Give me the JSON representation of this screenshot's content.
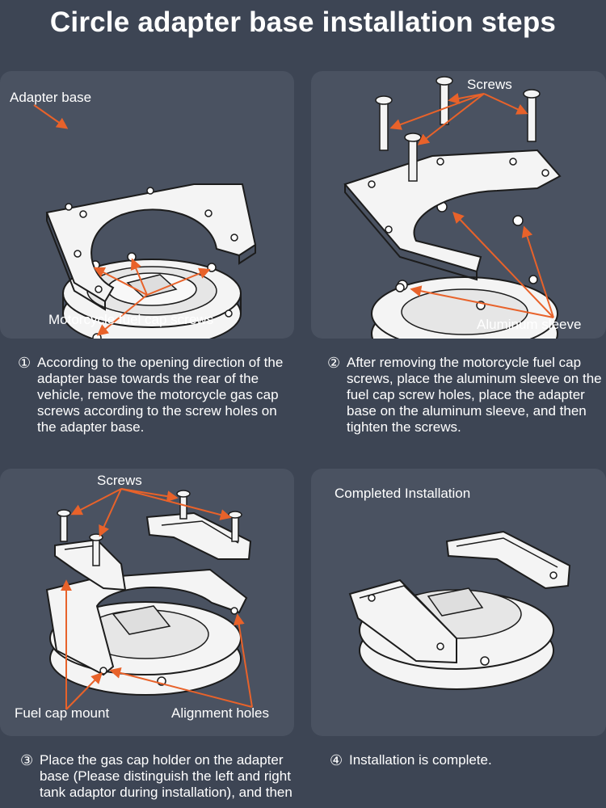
{
  "title": "Circle adapter base installation steps",
  "panel1": {
    "adapter_base_label": "Adapter base",
    "fuel_cap_screws_label": "Motorcycle fuel cap screws"
  },
  "panel2": {
    "screws_label": "Screws",
    "aluminum_sleeve_label": "Aluminum sleeve"
  },
  "panel3": {
    "screws_label": "Screws",
    "fuel_cap_mount_label": "Fuel cap mount",
    "alignment_holes_label": "Alignment holes"
  },
  "panel4": {
    "completed_label": "Completed Installation"
  },
  "steps": [
    {
      "number": "①",
      "text": "According to the opening direction of the adapter base towards the rear of the vehicle, remove the motorcycle gas cap screws according to the screw holes on the adapter base."
    },
    {
      "number": "②",
      "text": "After removing the motorcycle fuel cap screws, place the aluminum sleeve on the fuel cap screw holes, place the adapter base on the aluminum sleeve, and then tighten the screws."
    },
    {
      "number": "③",
      "text": "Place the gas cap holder on the adapter base (Please distinguish the left and right tank adaptor during installation), and then"
    },
    {
      "number": "④",
      "text": "Installation is complete."
    }
  ],
  "colors": {
    "background": "#3d4554",
    "panel": "#4a5261",
    "arrow": "#e8622a",
    "line_art": "#1c1c1c",
    "part_fill": "#f4f4f4"
  }
}
